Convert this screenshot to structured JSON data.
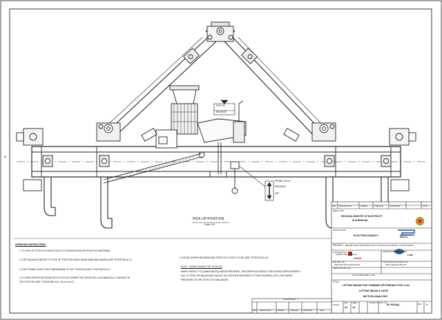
{
  "drawing": {
    "view_title": "PICK UP POSITION",
    "view_scale": "Scale 1/10",
    "callouts": {
      "pick_up_release": [
        "PICK UP",
        "RELEASE"
      ],
      "probe_latch": [
        "PROBE LATCH",
        "ENGAGED",
        "OFF"
      ]
    },
    "left_margin_mark": "⊕"
  },
  "instructions": {
    "heading": "OPERATING INSTRUCTIONS:",
    "steps": [
      "1.  TO PICK UP STOPLOG FROM STOPLOG STORAGE AREA OR FROM THE WATERWAY.",
      "1.1  SET BALANCE WEIGHT TO 'PICK UP' POSITION USING HAND WIND MECHANISM (SEE \"POSITION No.1\")",
      "1.2  SET PROBE LEVER LATCH MECHANISM TO 'OFF' POSITION  (SEE \"POSITION No.1\")",
      "1.3  LOWER GRAPPLING BEAM ONTO STOPLOG WHERE THE HOOKS WILL AUTOMATICALLY ENGAGE ON",
      "      THE STOPLOG (SEE \"POSITIONS No.2, No.3 & No.4\")",
      "1.4  RAISE GRAPPLING BEAM AND STOPLOG TO DECK LEVEL (SEE \"POSITION No.5\")"
    ],
    "note_title": "NOTE :- WHEN RAISING THE STOPLOG",
    "note_lines": [
      "WHEN SUBJECT TO (UNBALANCED) WATER PRESSURE, THE GRAPPLING BEAM TO BE RAISED APPROXIMATELY",
      "5cm TO OPEN THE BALANCING VALVES. NO FURTHER MOVEMENT IS THEN POSSIBLE UNTIL THE WATER",
      "PRESSURE ON THE STOPLOG IS BALANCED."
    ]
  },
  "revision_table": {
    "headers": [
      "REV",
      "DESCRIPTION",
      "DRAWN",
      "CHECKED",
      "APPROVED",
      "DATE"
    ],
    "bottom_headers": [
      "REV",
      "DESCRIPTION",
      "DRAWN",
      "CHECKED",
      "APPROVED",
      "DATE"
    ],
    "bottom_title": "IN-HOUSE REV"
  },
  "title_block": {
    "employer_label": "EMPLOYER:",
    "employer": "REGIONAL MINISTRY OF ELECTRICITY",
    "employer_sub": "IN KURDISTAN",
    "consultant_label": "CONSULTANT:",
    "consultant": "ELECTROCONSULT",
    "consultant_logo": "ELC",
    "project_label": "PROJECT :",
    "project": "BEKHME DAM/HYDROPOWER PLANT CONSTRUCTION PROJECT IN IRAQ PHASE 3",
    "contractor_label": "CONTRACTOR:",
    "contractor_names": "FARAB & Sahand Fanavari",
    "contractor_logo": "FARAB",
    "subcontractor_label": "SUBCONTRACTOR/VENDOR",
    "subcontractor": "Ledo",
    "pab_label": "PAB DOC. NO.",
    "pab_no": "PAB-D-DD-HE-M-DW-0046-E01",
    "sub_doc_label": "SUB-CONTRACTOR DWG. NO.",
    "sub_doc_no": "PAB-D-DD-HE-M-DW-A05",
    "pre_doc_label": "PREVIOUS DOC. NO.",
    "pre_doc_no": "D-B-G-F-PB-04-MEC-C-A06",
    "title_label": "TITLE :",
    "title_lines": [
      "LIFTING BEAM FOR TURBINE UPSTREAM STOP LOG",
      "LIFTING BEAM & GATE",
      "MOTION ANALYSIS"
    ],
    "scale_label": "SCALE",
    "size_label": "SIZE",
    "size": "A3",
    "sheet_label": "SHEET",
    "sheet": "1/1",
    "doc_no_label": "CONTRACT DOC. NO. :",
    "doc_no": "BL-PB-B-gD",
    "rev_label": "REV.",
    "rev": "0"
  }
}
